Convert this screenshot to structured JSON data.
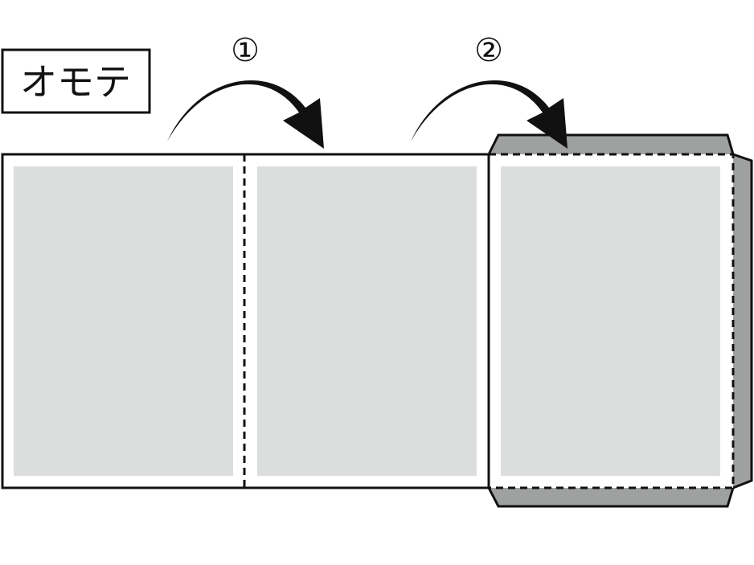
{
  "label": "オモテ",
  "steps": [
    "①",
    "②"
  ],
  "colors": {
    "panel": "#dcdddd",
    "flap": "#9fa0a0",
    "line": "#111111"
  }
}
